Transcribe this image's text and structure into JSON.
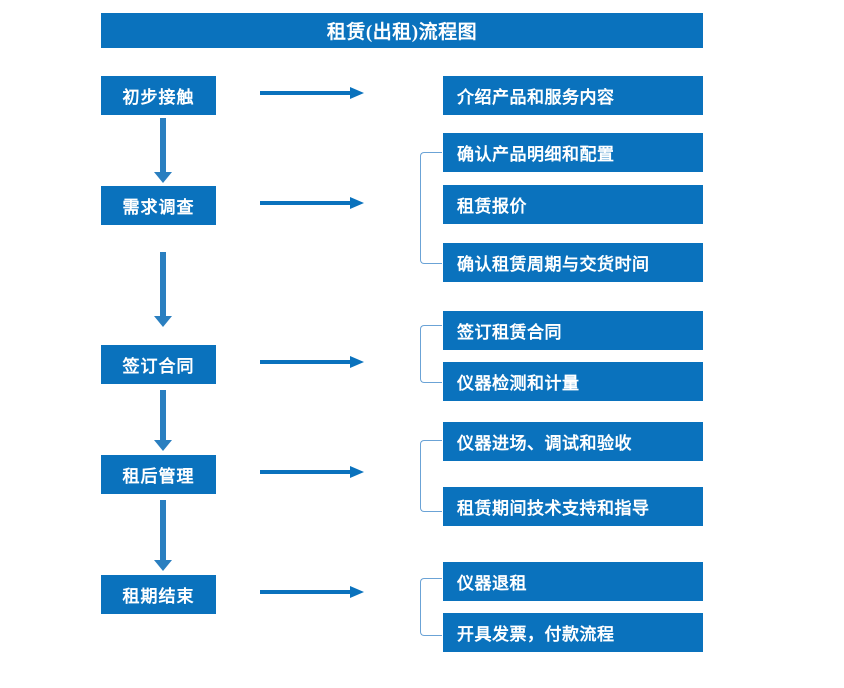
{
  "diagram": {
    "title": "租赁(出租)流程图",
    "accent_color": "#0a72bd",
    "bracket_color": "#6ba3d6",
    "arrow_color": "#2a7fc0",
    "background_color": "#ffffff",
    "type": "flowchart",
    "stages": [
      {
        "id": "stage-1",
        "label": "初步接触",
        "details": [
          "介绍产品和服务内容"
        ],
        "bracketed": false
      },
      {
        "id": "stage-2",
        "label": "需求调查",
        "details": [
          "确认产品明细和配置",
          "租赁报价",
          "确认租赁周期与交货时间"
        ],
        "bracketed": true
      },
      {
        "id": "stage-3",
        "label": "签订合同",
        "details": [
          "签订租赁合同",
          "仪器检测和计量"
        ],
        "bracketed": true
      },
      {
        "id": "stage-4",
        "label": "租后管理",
        "details": [
          "仪器进场、调试和验收",
          "租赁期间技术支持和指导"
        ],
        "bracketed": true
      },
      {
        "id": "stage-5",
        "label": "租期结束",
        "details": [
          "仪器退租",
          "开具发票，付款流程"
        ],
        "bracketed": true
      }
    ]
  }
}
